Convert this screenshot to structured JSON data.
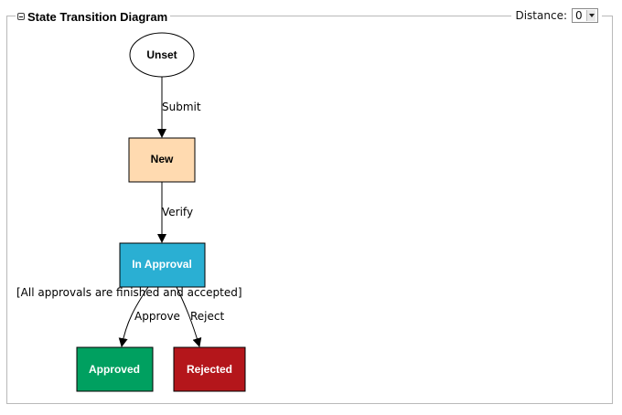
{
  "panel": {
    "title": "State Transition Diagram",
    "distance_label": "Distance:",
    "distance_value": "0"
  },
  "colors": {
    "new": "#ffdab0",
    "in_approval": "#2aafd3",
    "approved": "#00a060",
    "rejected": "#b4161b"
  },
  "states": {
    "unset": "Unset",
    "new": "New",
    "in_approval": "In Approval",
    "approved": "Approved",
    "rejected": "Rejected"
  },
  "transitions": {
    "submit": "Submit",
    "verify": "Verify",
    "approve": "Approve",
    "reject": "Reject",
    "guard": "[All approvals are finished and accepted]"
  }
}
